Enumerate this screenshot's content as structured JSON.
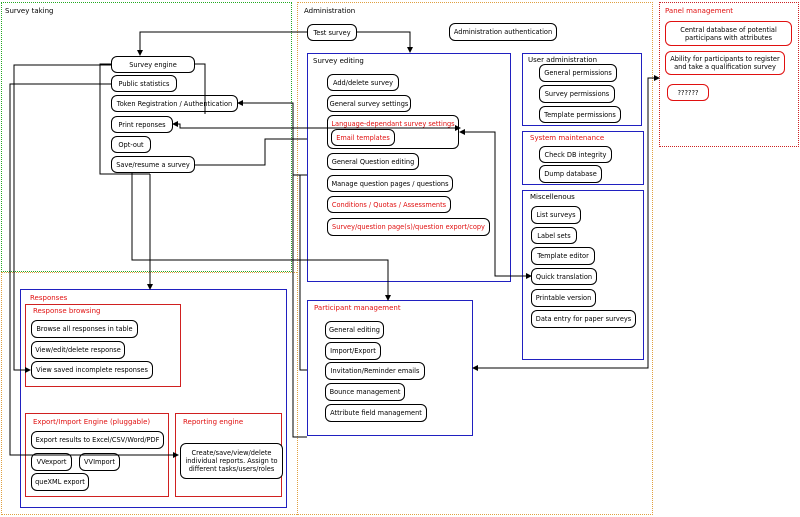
{
  "regions": {
    "survey_taking": "Survey taking",
    "administration": "Administration",
    "panel_management": "Panel management",
    "responses": "Responses",
    "response_browsing": "Response browsing",
    "export_import": "Export/Import Engine (pluggable)",
    "reporting": "Reporting engine",
    "survey_editing": "Survey editing",
    "user_admin": "User administration",
    "system_maintenance": "System maintenance",
    "miscellaneous": "Miscellenous",
    "participant_mgmt": "Participant management"
  },
  "survey_taking_items": [
    "Survey engine",
    "Public statistics",
    "Token Registration / Authentication",
    "Print reponses",
    "Opt-out",
    "Save/resume a survey"
  ],
  "admin_top": {
    "test_survey": "Test survey",
    "admin_auth": "Administration authentication"
  },
  "survey_editing_items": [
    "Add/delete survey",
    "General survey settings",
    "Language-dependant survey settings",
    "Email templates",
    "General Question editing",
    "Manage question pages / questions",
    "Conditions / Quotas / Assessments",
    "Survey/question page(s)/question export/copy"
  ],
  "user_admin_items": [
    "General permissions",
    "Survey permissions",
    "Template permissions"
  ],
  "system_maintenance_items": [
    "Check DB integrity",
    "Dump database"
  ],
  "misc_items": [
    "List surveys",
    "Label sets",
    "Template editor",
    "Quick translation",
    "Printable version",
    "Data entry for paper surveys"
  ],
  "participant_items": [
    "General editing",
    "Import/Export",
    "Invitation/Reminder emails",
    "Bounce management",
    "Attribute field management"
  ],
  "response_browsing_items": [
    "Browse all responses in table",
    "View/edit/delete response",
    "View saved incomplete responses"
  ],
  "export_items": [
    "Export results to Excel/CSV/Word/PDF",
    "VVexport",
    "VVImport",
    "queXML export"
  ],
  "reporting_items": [
    "Create/save/view/delete individual reports. Assign to different tasks/users/roles"
  ],
  "panel_items": [
    "Central database of potential participans with attributes",
    "Ability for participants to register and take  a qualification survey",
    "??????"
  ],
  "colors": {
    "green": "#22aa22",
    "orange": "#e0a040",
    "red": "#e01010",
    "blue": "#2020c0"
  }
}
